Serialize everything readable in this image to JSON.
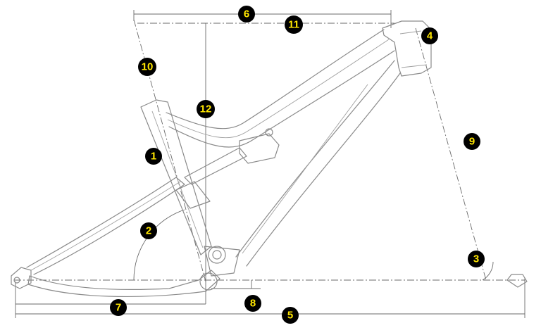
{
  "markers": [
    {
      "id": "marker-1",
      "label": "1"
    },
    {
      "id": "marker-2",
      "label": "2"
    },
    {
      "id": "marker-3",
      "label": "3"
    },
    {
      "id": "marker-4",
      "label": "4"
    },
    {
      "id": "marker-5",
      "label": "5"
    },
    {
      "id": "marker-6",
      "label": "6"
    },
    {
      "id": "marker-7",
      "label": "7"
    },
    {
      "id": "marker-8",
      "label": "8"
    },
    {
      "id": "marker-9",
      "label": "9"
    },
    {
      "id": "marker-10",
      "label": "10"
    },
    {
      "id": "marker-11",
      "label": "11"
    },
    {
      "id": "marker-12",
      "label": "12"
    }
  ],
  "colors": {
    "marker_fill": "#000000",
    "marker_text": "#ffe600",
    "line": "#8a8a8a"
  }
}
